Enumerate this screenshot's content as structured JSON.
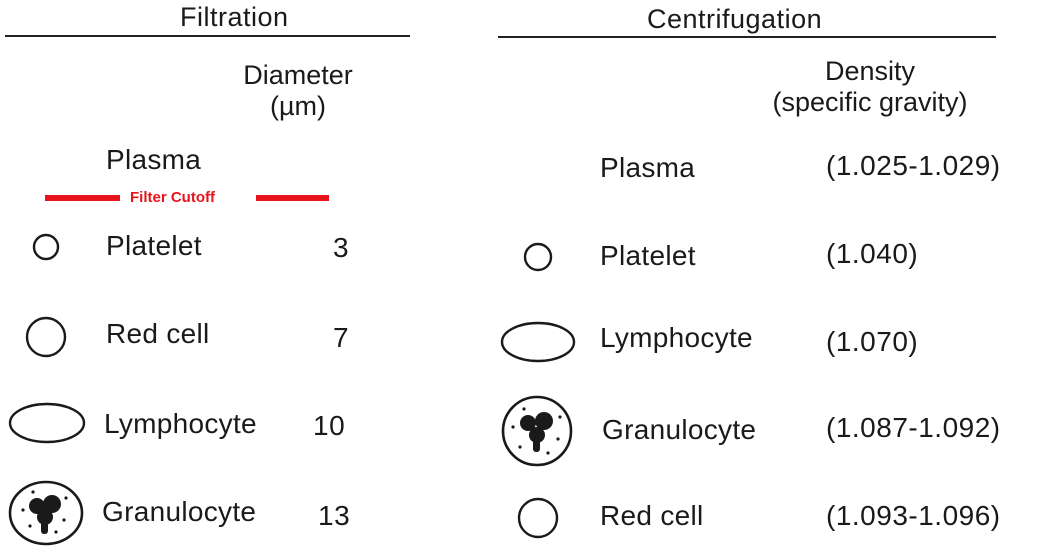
{
  "filtration": {
    "heading": "Filtration",
    "column_header_line1": "Diameter",
    "column_header_line2": "(µm)",
    "top_row": "Plasma",
    "cutoff_label": "Filter Cutoff",
    "rows": [
      {
        "label": "Platelet",
        "value": "3",
        "shape": "small-circle-icon"
      },
      {
        "label": "Red cell",
        "value": "7",
        "shape": "circle-icon"
      },
      {
        "label": "Lymphocyte",
        "value": "10",
        "shape": "ellipse-icon"
      },
      {
        "label": "Granulocyte",
        "value": "13",
        "shape": "granulocyte-icon"
      }
    ]
  },
  "centrifugation": {
    "heading": "Centrifugation",
    "column_header_line1": "Density",
    "column_header_line2": "(specific gravity)",
    "rows": [
      {
        "label": "Plasma",
        "value": "(1.025-1.029)",
        "shape": "none"
      },
      {
        "label": "Platelet",
        "value": "(1.040)",
        "shape": "small-circle-icon"
      },
      {
        "label": "Lymphocyte",
        "value": "(1.070)",
        "shape": "ellipse-icon"
      },
      {
        "label": "Granulocyte",
        "value": "(1.087-1.092)",
        "shape": "granulocyte-icon"
      },
      {
        "label": "Red cell",
        "value": "(1.093-1.096)",
        "shape": "circle-icon"
      }
    ]
  },
  "colors": {
    "cutoff": "#e8141b",
    "ink": "#1a1a1a"
  }
}
